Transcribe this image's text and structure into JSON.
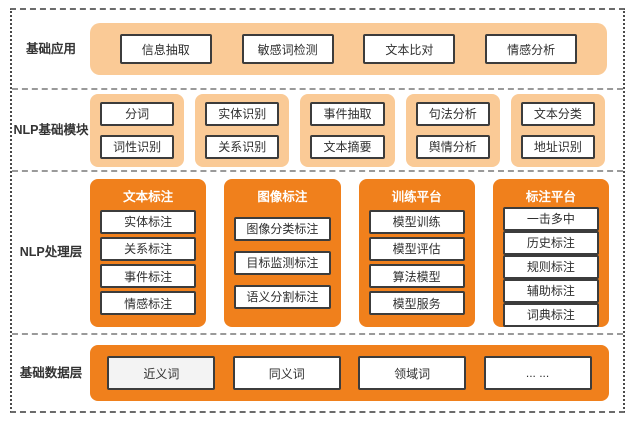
{
  "colors": {
    "light_orange": "#FACA96",
    "dark_orange": "#F0801C",
    "box_border": "#3C3C3C",
    "divider_gray": "#9A9A9A"
  },
  "layer1": {
    "label": "基础应用",
    "items": [
      "信息抽取",
      "敏感词检测",
      "文本比对",
      "情感分析"
    ]
  },
  "layer2": {
    "label": "NLP基础模块",
    "groups": [
      [
        "分词",
        "词性识别"
      ],
      [
        "实体识别",
        "关系识别"
      ],
      [
        "事件抽取",
        "文本摘要"
      ],
      [
        "句法分析",
        "舆情分析"
      ],
      [
        "文本分类",
        "地址识别"
      ]
    ]
  },
  "layer3": {
    "label": "NLP处理层",
    "columns": [
      {
        "title": "文本标注",
        "items": [
          "实体标注",
          "关系标注",
          "事件标注",
          "情感标注"
        ]
      },
      {
        "title": "图像标注",
        "items": [
          "图像分类标注",
          "目标监测标注",
          "语义分割标注"
        ]
      },
      {
        "title": "训练平台",
        "items": [
          "模型训练",
          "模型评估",
          "算法模型",
          "模型服务"
        ]
      },
      {
        "title": "标注平台",
        "items": [
          "一击多中",
          "历史标注",
          "规则标注",
          "辅助标注",
          "词典标注"
        ]
      }
    ]
  },
  "layer4": {
    "label": "基础数据层",
    "items": [
      "近义词",
      "同义词",
      "领域词",
      "... ..."
    ]
  }
}
